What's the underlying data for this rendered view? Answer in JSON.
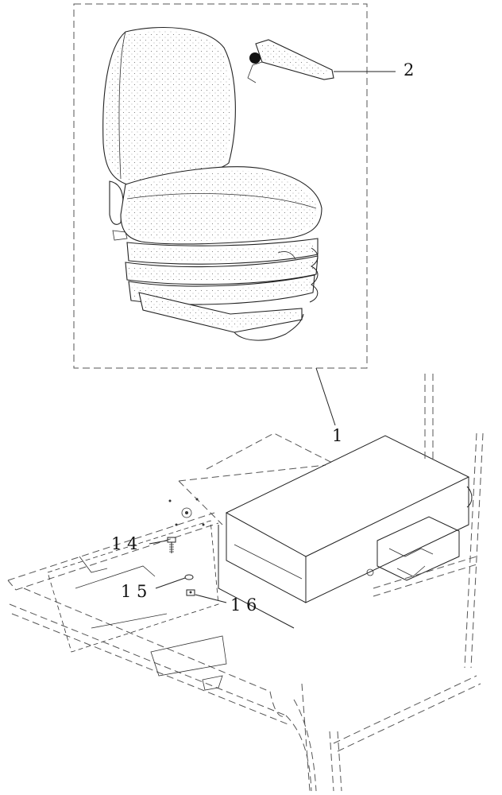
{
  "callouts": [
    {
      "id": "seat",
      "label": "1"
    },
    {
      "id": "armrest",
      "label": "2"
    },
    {
      "id": "bolt",
      "label": "1 4"
    },
    {
      "id": "washer",
      "label": "1 5"
    },
    {
      "id": "nut",
      "label": "1 6"
    }
  ]
}
